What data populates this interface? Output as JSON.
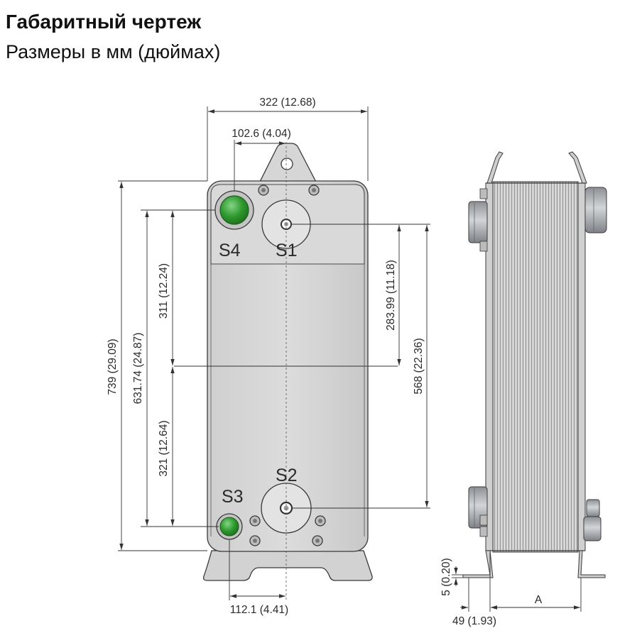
{
  "header": {
    "title": "Габаритный чертеж",
    "subtitle": "Размеры в мм (дюймах)"
  },
  "ports": {
    "s1": "S1",
    "s2": "S2",
    "s3": "S3",
    "s4": "S4"
  },
  "dimensions": {
    "overall_width": "322 (12.68)",
    "port_offset_top": "102.6 (4.04)",
    "port_offset_bottom": "112.1 (4.41)",
    "overall_height": "739 (29.09)",
    "total_port_distance": "631.74 (24.87)",
    "upper_port_distance": "311 (12.24)",
    "lower_port_distance": "321 (12.64)",
    "s1_to_center": "283.99 (11.18)",
    "s1_to_s2": "568 (22.36)",
    "foot_height": "5 (0.20)",
    "foot_offset": "49 (1.93)",
    "stack_length": "A"
  },
  "colors": {
    "plate_fill": "#d4d4d4",
    "plate_stroke": "#3a3a3a",
    "port_green": "#2e9a2e",
    "port_green_light": "#86d486",
    "side_fill": "#c9c9c9",
    "connector_fill": "#b9bcbf"
  }
}
